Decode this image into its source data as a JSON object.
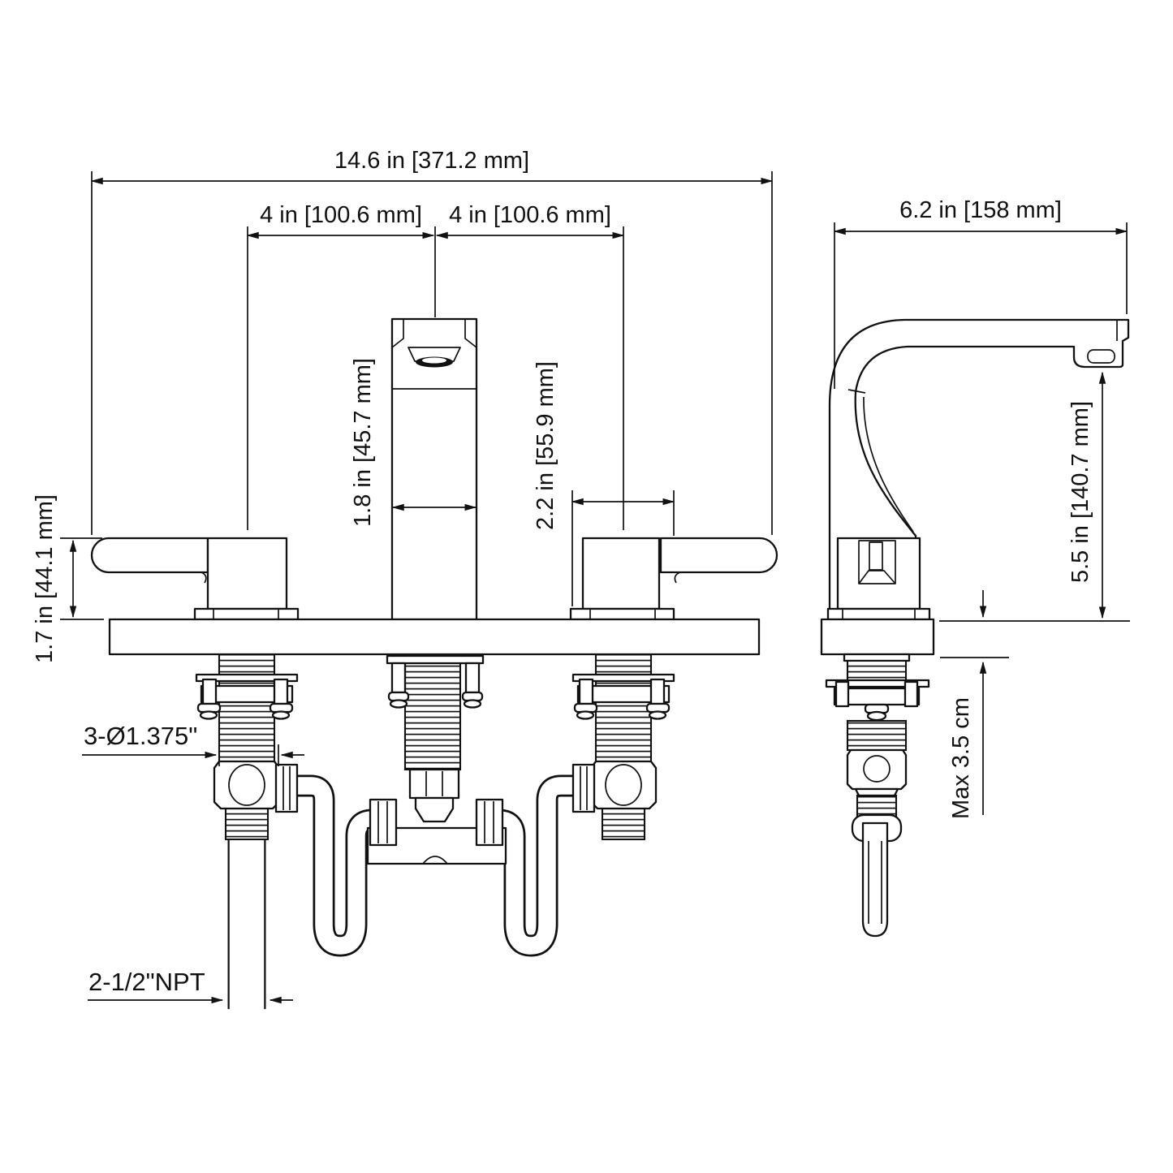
{
  "drawing": {
    "type": "faucet installation dimension drawing",
    "colors": {
      "line": "#111111",
      "background": "#ffffff"
    },
    "front_view": {
      "overall_width": "14.6 in [371.2 mm]",
      "left_spacing": "4 in [100.6 mm]",
      "right_spacing": "4 in [100.6 mm]",
      "spout_width": "1.8 in [45.7 mm]",
      "handle_width": "2.2 in [55.9 mm]",
      "handle_height": "1.7 in [44.1 mm]",
      "hole_note": "3-Ø1.375\"",
      "supply_note": "2-1/2\"NPT"
    },
    "side_view": {
      "depth": "6.2 in [158 mm]",
      "spout_height": "5.5 in [140.7 mm]",
      "max_deck_thickness": "Max 3.5 cm"
    }
  }
}
